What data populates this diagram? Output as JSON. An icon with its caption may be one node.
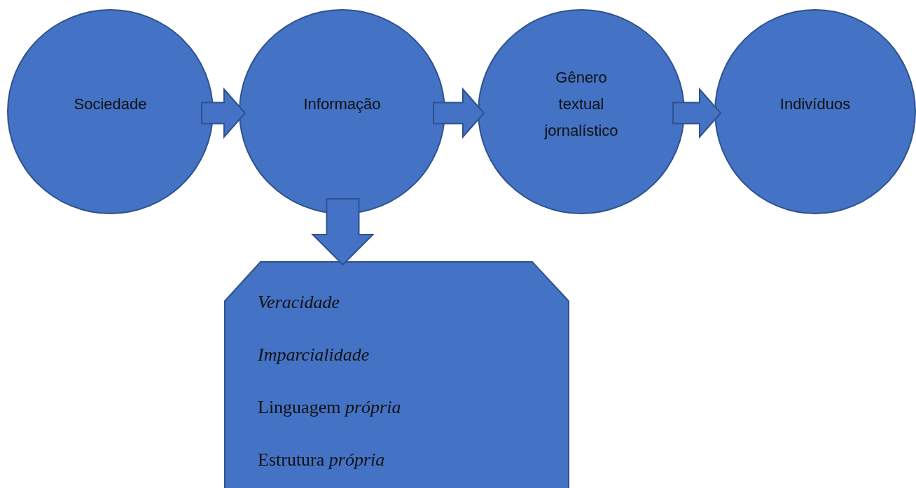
{
  "diagram": {
    "nodes": [
      {
        "text": [
          "Sociedade"
        ]
      },
      {
        "text": [
          "Informação"
        ]
      },
      {
        "text": [
          "Gênero textual jornalístico"
        ]
      },
      {
        "text": [
          "Indivíduos"
        ]
      },
      {
        "text": [
          "Veracidade",
          "Imparcialidade",
          "Linguagem *própria*",
          "Estrutura *própria*"
        ]
      }
    ],
    "edges": [
      {
        "from": 0,
        "to": 1,
        "arrow": "to"
      },
      {
        "from": 1,
        "to": 2,
        "arrow": "to"
      },
      {
        "from": 2,
        "to": 3,
        "arrow": "to"
      },
      {
        "from": 1,
        "to": 4,
        "arrow": "to"
      }
    ]
  }
}
